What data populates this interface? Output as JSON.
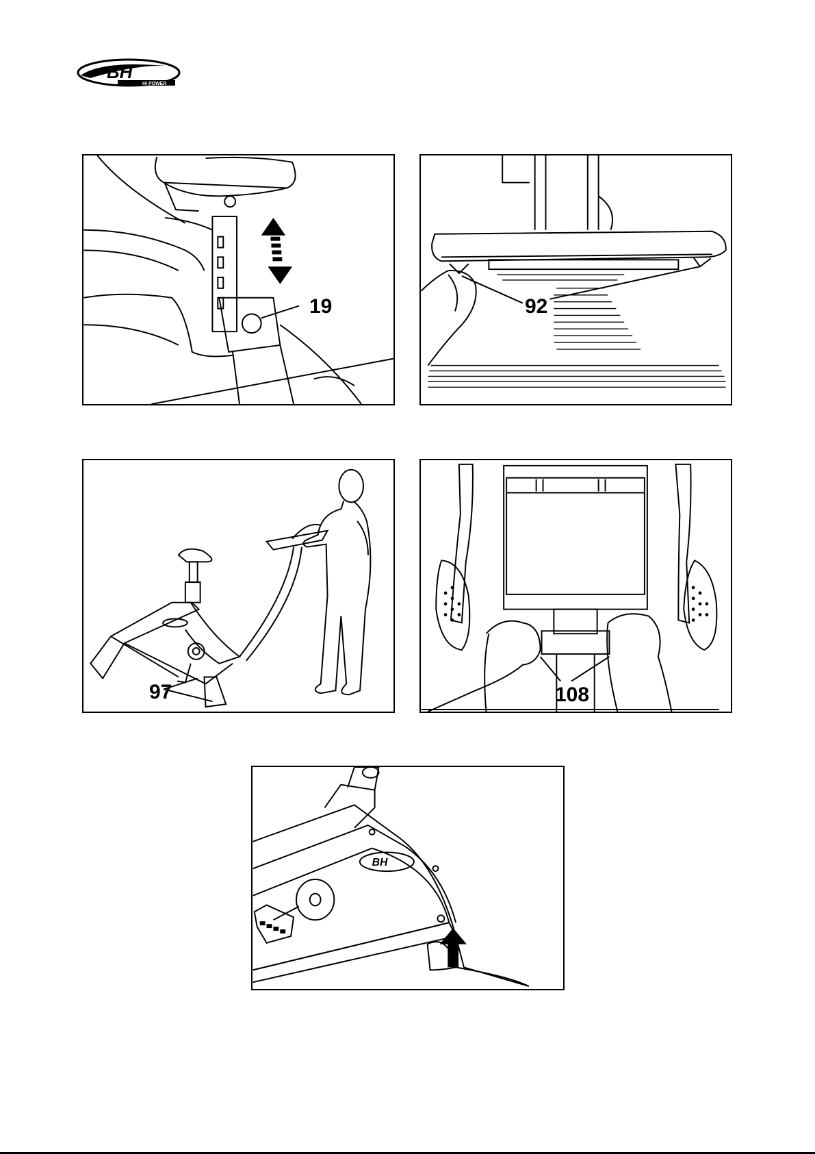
{
  "header": {
    "logo_text": "BH",
    "logo_subtext": "HI POWER"
  },
  "figures": {
    "seat_adjust": {
      "callout": "19"
    },
    "leveling_feet": {
      "callout": "92"
    },
    "transport_wheels": {
      "callout": "97"
    },
    "handlebar_sensors": {
      "callout": "108"
    },
    "frame_lift": {
      "logo_text": "BH"
    }
  }
}
